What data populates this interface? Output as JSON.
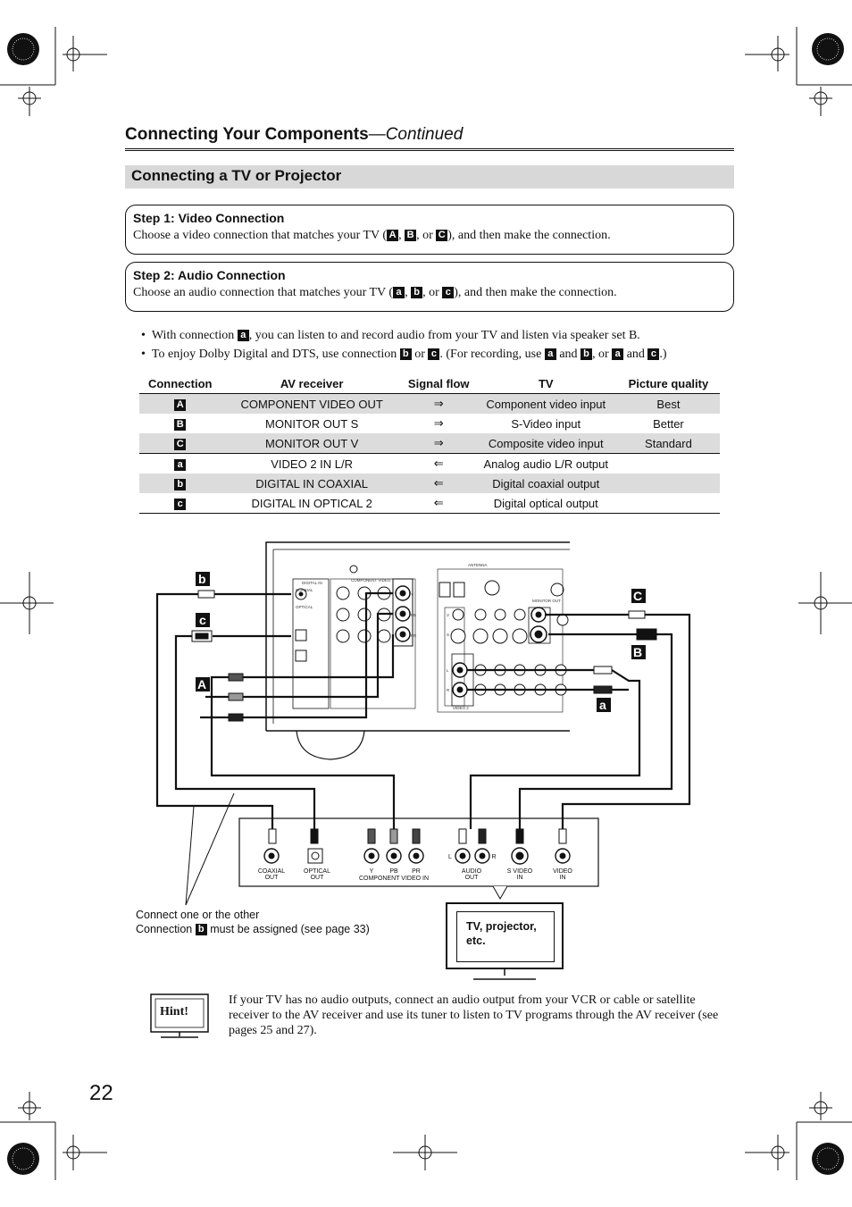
{
  "header": {
    "title": "Connecting Your Components",
    "continued": "—Continued"
  },
  "section_title": "Connecting a TV or Projector",
  "step1": {
    "heading": "Step 1: Video Connection",
    "text_a": "Choose a video connection that matches your TV (",
    "sep1": ", ",
    "sep2": ", or ",
    "text_b": "), and then make the connection.",
    "badges": [
      "A",
      "B",
      "C"
    ]
  },
  "step2": {
    "heading": "Step 2: Audio Connection",
    "text_a": "Choose an audio connection that matches your TV (",
    "sep1": ", ",
    "sep2": ", or ",
    "text_b": "), and then make the connection.",
    "badges": [
      "a",
      "b",
      "c"
    ]
  },
  "bullets": {
    "b1_a": "With connection ",
    "b1_badge": "a",
    "b1_b": ", you can listen to and record audio from your TV and listen via speaker set B.",
    "b2_a": "To enjoy Dolby Digital and DTS, use connection ",
    "b2_or": " or ",
    "b2_rec": ". (For recording, use ",
    "b2_and": " and ",
    "b2_comma_or": ", or ",
    "b2_end": ".)",
    "badge_a": "a",
    "badge_b": "b",
    "badge_c": "c"
  },
  "table": {
    "headers": [
      "Connection",
      "AV receiver",
      "Signal flow",
      "TV",
      "Picture quality"
    ],
    "rows": [
      {
        "conn": "A",
        "av": "COMPONENT VIDEO OUT",
        "flow": "⇒",
        "tv": "Component video input",
        "quality": "Best"
      },
      {
        "conn": "B",
        "av": "MONITOR OUT S",
        "flow": "⇒",
        "tv": "S-Video input",
        "quality": "Better"
      },
      {
        "conn": "C",
        "av": "MONITOR OUT V",
        "flow": "⇒",
        "tv": "Composite video input",
        "quality": "Standard"
      },
      {
        "conn": "a",
        "av": "VIDEO 2 IN L/R",
        "flow": "⇐",
        "tv": "Analog audio L/R output",
        "quality": ""
      },
      {
        "conn": "b",
        "av": "DIGITAL IN COAXIAL",
        "flow": "⇐",
        "tv": "Digital coaxial output",
        "quality": ""
      },
      {
        "conn": "c",
        "av": "DIGITAL IN OPTICAL 2",
        "flow": "⇐",
        "tv": "Digital optical output",
        "quality": ""
      }
    ]
  },
  "diagram": {
    "receiver_labels": {
      "digital_in": "DIGITAL IN",
      "coaxial": "COAXIAL",
      "optical": "OPTICAL",
      "component_video": "COMPONENT VIDEO",
      "antenna": "ANTENNA",
      "monitor_out": "MONITOR OUT",
      "video2": "VIDEO 2",
      "y": "Y",
      "pb": "PB",
      "pr": "PR",
      "v": "V",
      "s": "S",
      "l": "L",
      "r": "R"
    },
    "callouts": {
      "b": "b",
      "c": "c",
      "A": "A",
      "C": "C",
      "B": "B",
      "a": "a"
    },
    "tv_panel": {
      "coaxial_out": [
        "COAXIAL",
        "OUT"
      ],
      "optical_out": [
        "OPTICAL",
        "OUT"
      ],
      "y": "Y",
      "pb": "PB",
      "pr": "PR",
      "component_video_in": "COMPONENT VIDEO IN",
      "l": "L",
      "r": "R",
      "audio_out": [
        "AUDIO",
        "OUT"
      ],
      "s_video_in": [
        "S VIDEO",
        "IN"
      ],
      "video_in": [
        "VIDEO",
        "IN"
      ]
    }
  },
  "note": {
    "line1": "Connect one or the other",
    "line2_a": "Connection ",
    "line2_badge": "b",
    "line2_b": " must be assigned (see page 33)"
  },
  "tv_box": "TV, projector, etc.",
  "hint": {
    "label": "Hint!",
    "text": "If your TV has no audio outputs, connect an audio output from your VCR or cable or satellite receiver to the AV receiver and use its tuner to listen to TV programs through the AV receiver (see pages 25 and 27)."
  },
  "page_number": "22"
}
